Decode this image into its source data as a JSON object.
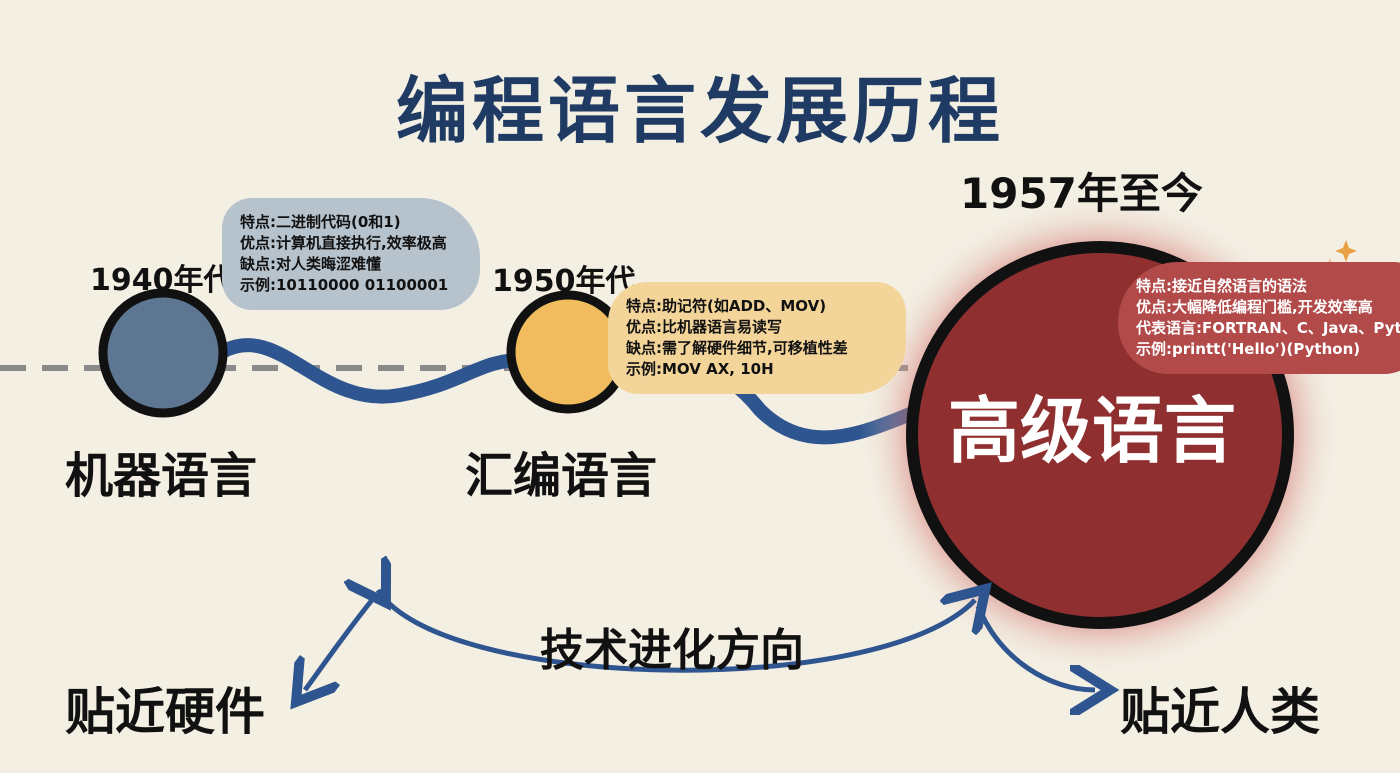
{
  "title": "编程语言发展历程",
  "colors": {
    "title": "#1f3a63",
    "machine": "#5d7691",
    "assembly": "#f0bc5e",
    "high_level": "#8f2f2f",
    "wave": "#2f5590",
    "background": "#f3efe3"
  },
  "stages": [
    {
      "era": "1940年代",
      "name": "机器语言",
      "details": [
        "特点:二进制代码(0和1)",
        "优点:计算机直接执行,效率极高",
        "缺点:对人类晦涩难懂",
        "示例:10110000 01100001"
      ]
    },
    {
      "era": "1950年代",
      "name": "汇编语言",
      "details": [
        "特点:助记符(如ADD、MOV)",
        "优点:比机器语言易读写",
        "缺点:需了解硬件细节,可移植性差",
        "示例:MOV AX, 10H"
      ]
    },
    {
      "era": "1957年至今",
      "name": "高级语言",
      "details": [
        "特点:接近自然语言的语法",
        "优点:大幅降低编程门槛,开发效率高",
        "代表语言:FORTRAN、C、Java、Python",
        "示例:printt('Hello')(Python)"
      ]
    }
  ],
  "direction": {
    "label": "技术进化方向",
    "left": "贴近硬件",
    "right": "贴近人类"
  }
}
